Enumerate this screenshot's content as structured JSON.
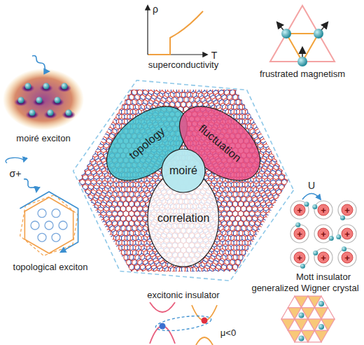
{
  "diagram": {
    "nodes": [
      {
        "text": [
          "topology"
        ]
      },
      {
        "text": [
          "fluctuation"
        ]
      },
      {
        "text": [
          "moiré"
        ]
      },
      {
        "text": [
          "correlation"
        ]
      }
    ],
    "labels": [
      "ρ",
      "T",
      "superconductivity",
      "frustrated magnetism",
      "moiré exciton",
      "U",
      "+",
      "+",
      "+",
      "+",
      "+",
      "+",
      "+",
      "+",
      "+",
      "Mott insulator",
      "σ+",
      "topological exciton",
      "μ<0",
      "excitonic insulator",
      "generalized Wigner crystal"
    ]
  }
}
